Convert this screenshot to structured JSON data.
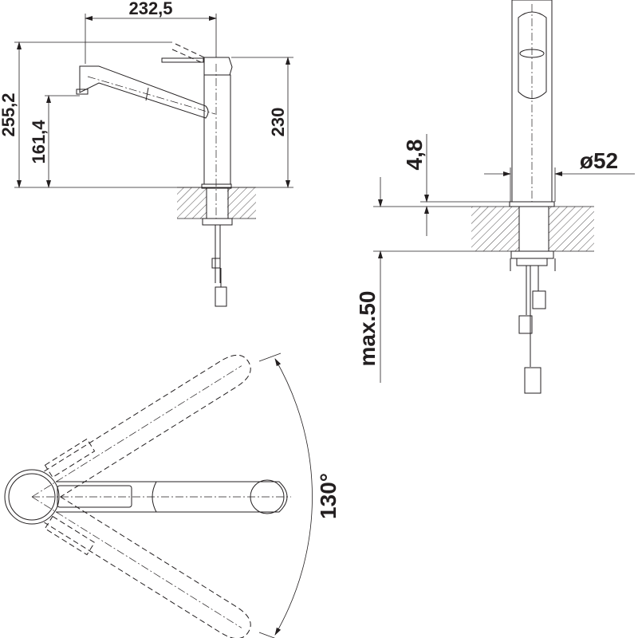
{
  "drawing": {
    "subject": "Kitchen faucet technical dimension drawing",
    "colors": {
      "line": "#231f20",
      "background": "#ffffff"
    }
  },
  "side_view": {
    "dimensions": {
      "spout_reach": "232,5",
      "total_height": "255,2",
      "outlet_height": "161,4",
      "body_height": "230"
    }
  },
  "front_view": {
    "dimensions": {
      "base_thickness": "4,8",
      "body_diameter": "ø52",
      "max_countertop": "max.50"
    }
  },
  "top_view": {
    "dimensions": {
      "swivel_angle": "130°"
    }
  }
}
